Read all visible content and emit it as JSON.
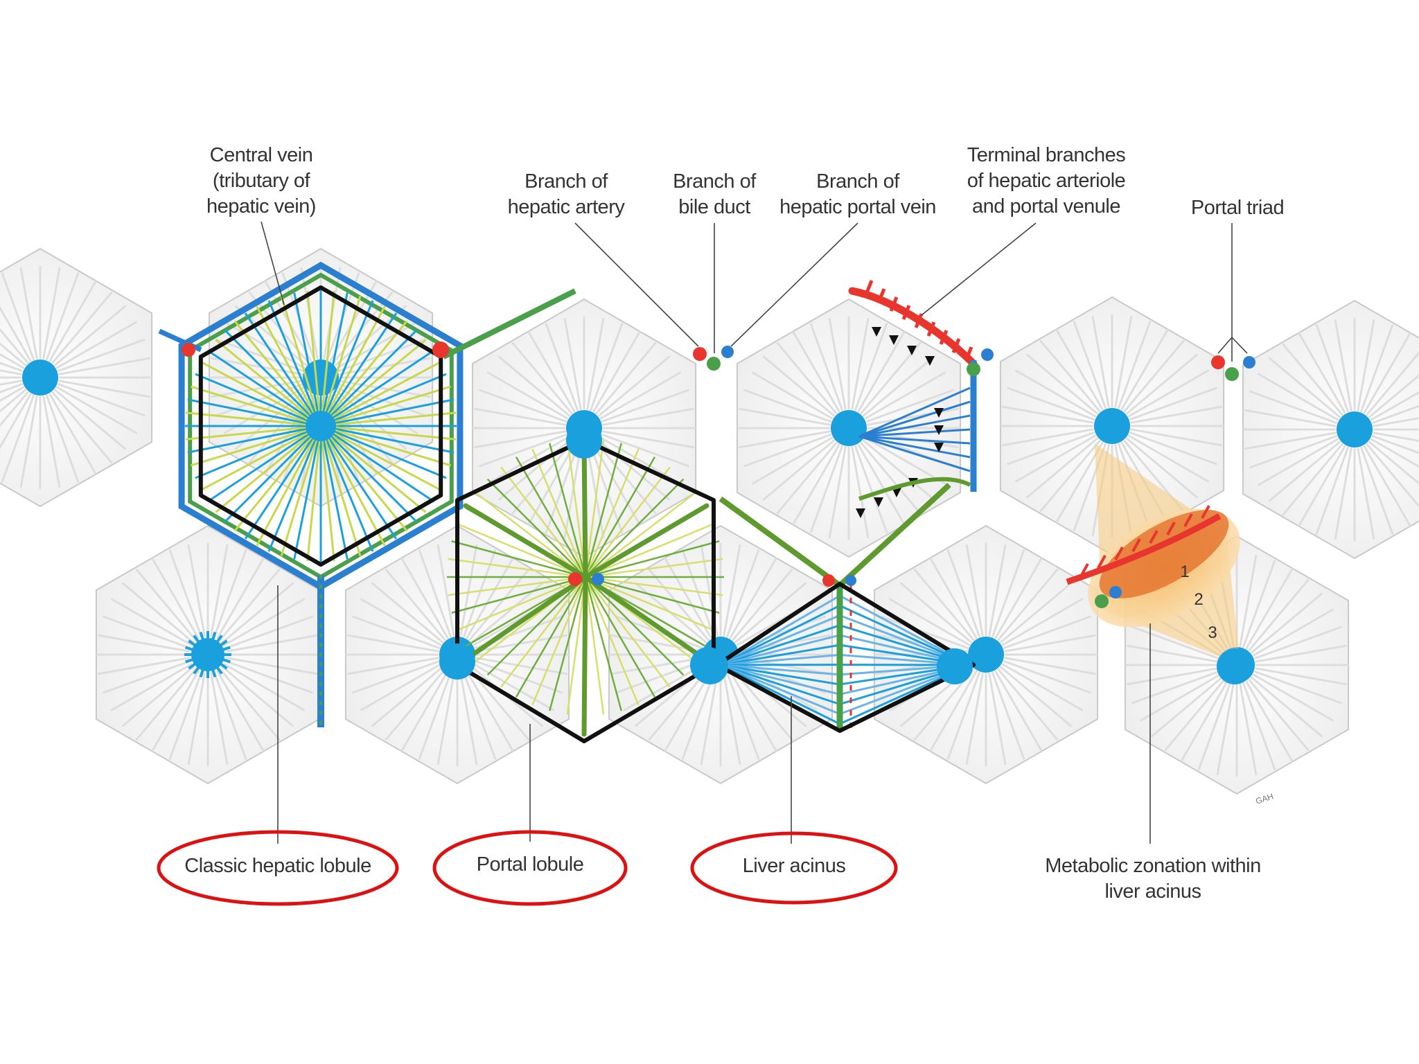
{
  "labels": {
    "central_vein": [
      "Central vein",
      "(tributary of",
      "hepatic vein)"
    ],
    "hepatic_artery": [
      "Branch of",
      "hepatic artery"
    ],
    "bile_duct": [
      "Branch of",
      "bile duct"
    ],
    "portal_vein": [
      "Branch of",
      "hepatic portal vein"
    ],
    "terminal_branches": [
      "Terminal branches",
      "of hepatic arteriole",
      "and portal venule"
    ],
    "portal_triad": [
      "Portal triad"
    ],
    "classic_lobule": "Classic hepatic lobule",
    "portal_lobule": "Portal lobule",
    "liver_acinus": "Liver acinus",
    "metabolic_zonation": [
      "Metabolic zonation within",
      "liver acinus"
    ]
  },
  "zones": [
    "1",
    "2",
    "3"
  ],
  "signature": "GAH",
  "colors": {
    "central_vein": "#1aa0dc",
    "artery": "#e8352e",
    "bile_duct": "#4aa04a",
    "portal_vein": "#2a7fd0",
    "lobule_outline": "#111111",
    "highlight_circle": "#dd1111",
    "acinus_zone_outer": "#f7c97a",
    "acinus_zone_inner": "#e4702a"
  }
}
